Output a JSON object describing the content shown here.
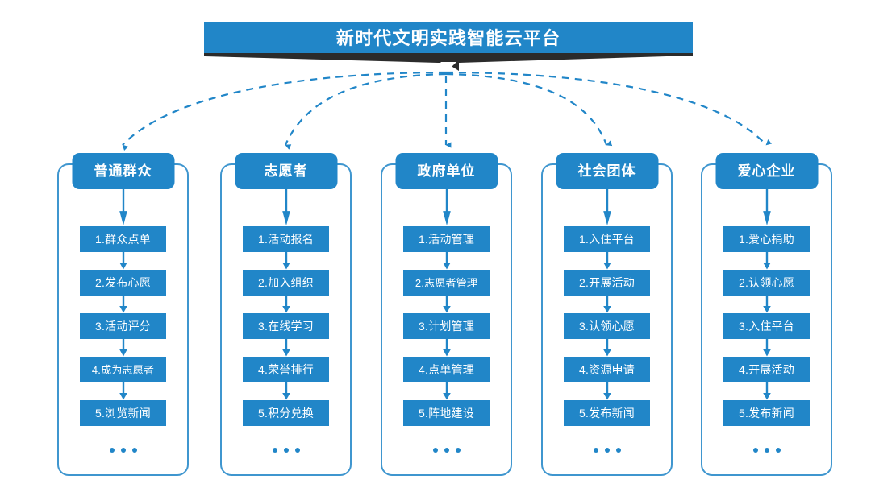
{
  "colors": {
    "primary_blue": "#2186c8",
    "outline_blue": "#3f96cf",
    "ribbon_dark": "#2b2b2b",
    "background": "#ffffff",
    "text_on_blue": "#ffffff"
  },
  "header": {
    "title": "新时代文明实践智能云平台"
  },
  "columns": [
    {
      "id": "public",
      "title": "普通群众",
      "steps": [
        "1.群众点单",
        "2.发布心愿",
        "3.活动评分",
        "4.成为志愿者",
        "5.浏览新闻"
      ],
      "more": "..."
    },
    {
      "id": "volunteer",
      "title": "志愿者",
      "steps": [
        "1.活动报名",
        "2.加入组织",
        "3.在线学习",
        "4.荣誉排行",
        "5.积分兑换"
      ],
      "more": "..."
    },
    {
      "id": "government",
      "title": "政府单位",
      "steps": [
        "1.活动管理",
        "2.志愿者管理",
        "3.计划管理",
        "4.点单管理",
        "5.阵地建设"
      ],
      "more": "..."
    },
    {
      "id": "social-group",
      "title": "社会团体",
      "steps": [
        "1.入住平台",
        "2.开展活动",
        "3.认领心愿",
        "4.资源申请",
        "5.发布新闻"
      ],
      "more": "..."
    },
    {
      "id": "enterprise",
      "title": "爱心企业",
      "steps": [
        "1.爱心捐助",
        "2.认领心愿",
        "3.入住平台",
        "4.开展活动",
        "5.发布新闻"
      ],
      "more": "..."
    }
  ]
}
